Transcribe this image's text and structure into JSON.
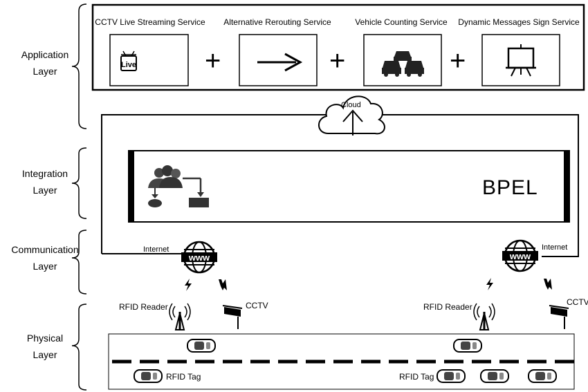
{
  "layers": {
    "application": "Application\nLayer",
    "integration": "Integration\nLayer",
    "communication": "Communication\nLayer",
    "physical": "Physical\nLayer"
  },
  "services": [
    {
      "name": "CCTV Live Streaming Service",
      "icon": "live-tv-icon",
      "badge": "Live"
    },
    {
      "name": "Alternative Rerouting Service",
      "icon": "arrow-right-icon"
    },
    {
      "name": "Vehicle Counting Service",
      "icon": "cars-icon"
    },
    {
      "name": "Dynamic Messages Sign Service",
      "icon": "message-sign-icon"
    }
  ],
  "plus_symbol": "+",
  "cloud_label": "Cloud",
  "bpel_label": "BPEL",
  "internet_left": "Internet",
  "internet_right": "Internet",
  "www_text": "www",
  "rfid_reader_left": "RFID Reader",
  "rfid_reader_right": "RFID Reader",
  "cctv_left": "CCTV",
  "cctv_right": "CCTV",
  "rfid_tag_left": "RFID Tag",
  "rfid_tag_right": "RFID Tag"
}
